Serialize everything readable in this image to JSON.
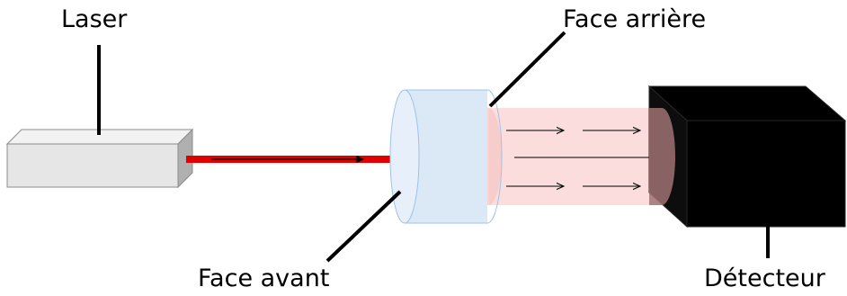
{
  "labels": {
    "laser": "Laser",
    "face_arriere": "Face arrière",
    "face_avant": "Face avant",
    "detecteur": "Détecteur"
  },
  "colors": {
    "laser_body": "#e6e6e6",
    "laser_top": "#f2f2f2",
    "laser_side": "#b0b0b0",
    "laser_beam": "#e00000",
    "sample": "#dbe8f6",
    "sample_edge": "#9dc3e6",
    "transmitted_light": "#f9d5d3",
    "detector": "#000000",
    "leader_line": "#000000"
  }
}
